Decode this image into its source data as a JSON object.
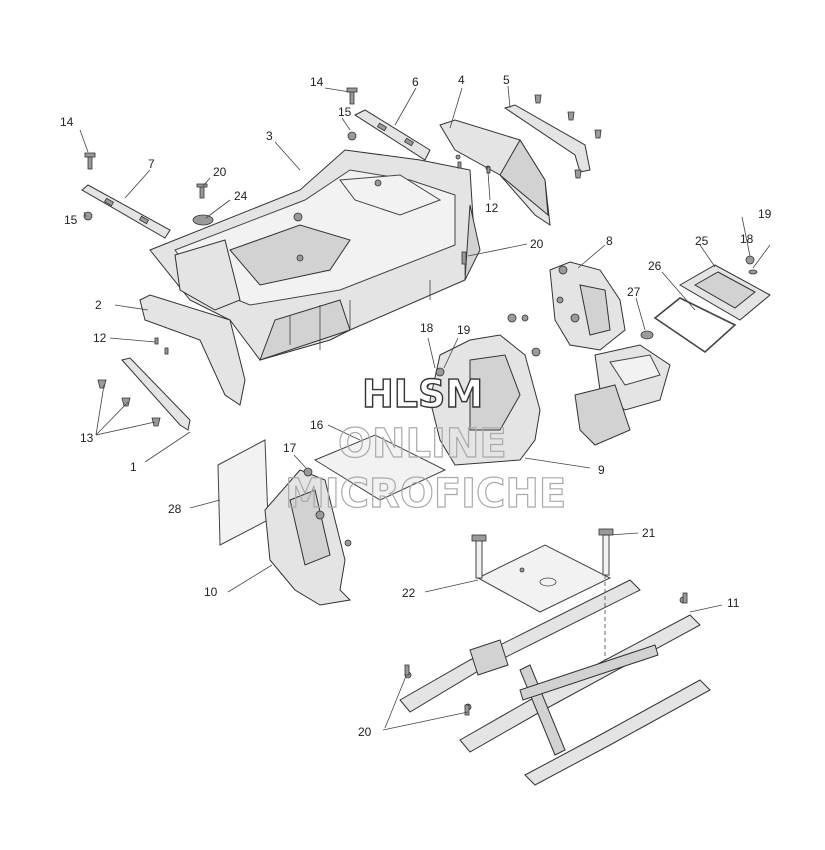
{
  "watermark": {
    "line1": "HLSM",
    "line2": "ONLINE",
    "line3": "MICROFICHE"
  },
  "callouts": {
    "c1": "1",
    "c2": "2",
    "c3": "3",
    "c4": "4",
    "c5": "5",
    "c6": "6",
    "c7": "7",
    "c8": "8",
    "c9": "9",
    "c10": "10",
    "c11": "11",
    "c12a": "12",
    "c12b": "12",
    "c13": "13",
    "c14a": "14",
    "c14b": "14",
    "c15a": "15",
    "c15b": "15",
    "c16": "16",
    "c17": "17",
    "c18a": "18",
    "c18b": "18",
    "c19a": "19",
    "c19b": "19",
    "c20a": "20",
    "c20b": "20",
    "c20c": "20",
    "c21": "21",
    "c22": "22",
    "c24": "24",
    "c25": "25",
    "c26": "26",
    "c27": "27",
    "c28": "28"
  }
}
